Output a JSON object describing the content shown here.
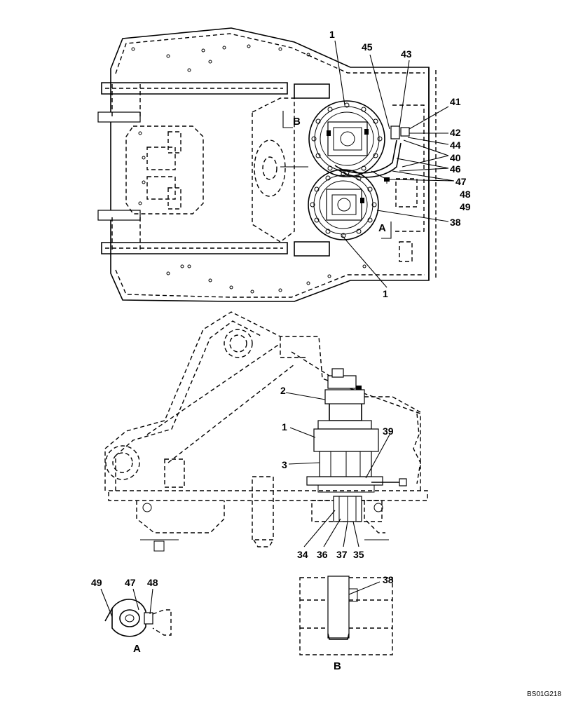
{
  "callouts": {
    "c1_top": "1",
    "c45": "45",
    "c43": "43",
    "c41": "41",
    "c42": "42",
    "c44": "44",
    "c40": "40",
    "c46": "46",
    "c47": "47",
    "c48": "48",
    "c49": "49",
    "c38": "38",
    "c1_bottom": "1",
    "c2": "2",
    "c1_side": "1",
    "c39": "39",
    "c3": "3",
    "c34": "34",
    "c36": "36",
    "c37": "37",
    "c35": "35",
    "detA_49": "49",
    "detA_47": "47",
    "detA_48": "48",
    "detB_38": "38"
  },
  "view_labels": {
    "section_b": "B",
    "section_a": "A",
    "detail_a": "A",
    "detail_b": "B"
  },
  "drawing_code": "BS01G218"
}
